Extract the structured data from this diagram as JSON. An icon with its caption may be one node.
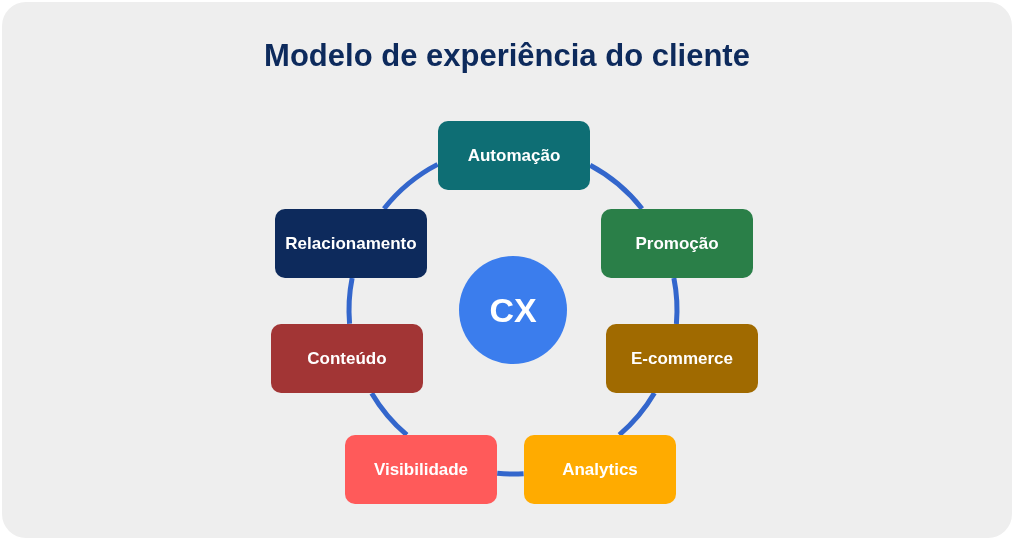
{
  "diagram": {
    "title": "Modelo de experiência do cliente",
    "nodes": [
      {
        "text": [
          "Automação"
        ]
      },
      {
        "text": [
          "Relacionamento"
        ]
      },
      {
        "text": [
          "Promoção"
        ]
      },
      {
        "text": [
          "CX"
        ]
      },
      {
        "text": [
          "Conteúdo"
        ]
      },
      {
        "text": [
          "E-commerce"
        ]
      },
      {
        "text": [
          "Visibilidade"
        ]
      },
      {
        "text": [
          "Analytics"
        ]
      }
    ],
    "edges": [
      {
        "from": 0,
        "to": 2,
        "arrow": "none"
      },
      {
        "from": 2,
        "to": 5,
        "arrow": "none"
      },
      {
        "from": 5,
        "to": 7,
        "arrow": "none"
      },
      {
        "from": 7,
        "to": 6,
        "arrow": "none"
      },
      {
        "from": 6,
        "to": 4,
        "arrow": "none"
      },
      {
        "from": 4,
        "to": 1,
        "arrow": "none"
      },
      {
        "from": 1,
        "to": 0,
        "arrow": "none"
      }
    ]
  }
}
